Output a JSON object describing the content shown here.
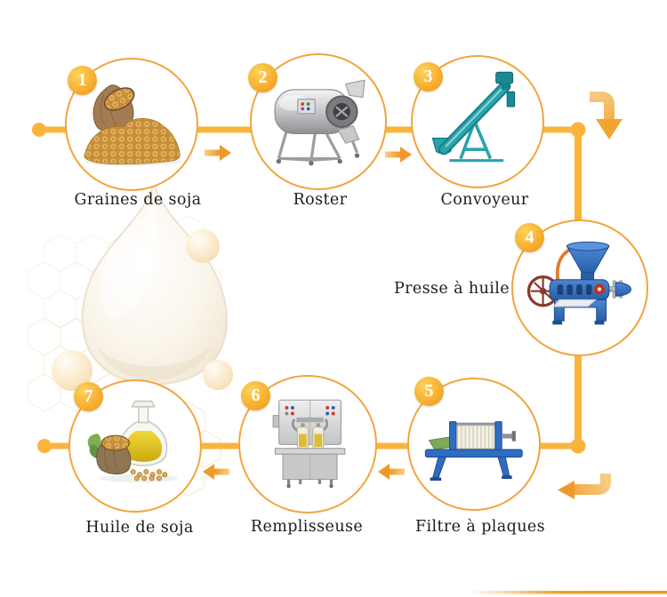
{
  "diagram": {
    "steps": [
      {
        "number": "1",
        "label": "Graines de soja",
        "icon": "soybean-sack-image"
      },
      {
        "number": "2",
        "label": "Roster",
        "icon": "roaster-machine-image"
      },
      {
        "number": "3",
        "label": "Convoyeur",
        "icon": "screw-conveyor-image"
      },
      {
        "number": "4",
        "label": "Presse à huile",
        "icon": "oil-press-machine-image"
      },
      {
        "number": "5",
        "label": "Filtre à plaques",
        "icon": "plate-filter-press-image"
      },
      {
        "number": "6",
        "label": "Remplisseuse",
        "icon": "bottle-filling-machine-image"
      },
      {
        "number": "7",
        "label": "Huile de soja",
        "icon": "soybean-oil-bottle-image"
      }
    ],
    "palette": {
      "connector_line": "#F9B43C",
      "circle_border": "#F2A43E",
      "badge_orange": "#F6AC2B",
      "arrow_gradient_light": "#F8CF7F",
      "arrow_gradient_dark": "#F0992B",
      "label_text": "#1C1C1C",
      "machine_blue": "#2E6EC0",
      "machine_teal": "#2BA3AC",
      "oil_yellow": "#DCBC36",
      "drop_ivory": "#F3EADA",
      "bubble_beige": "#FAE9C9",
      "honeycomb": "#F2E2BC",
      "bottom_bar": "#EF9A1F"
    }
  }
}
